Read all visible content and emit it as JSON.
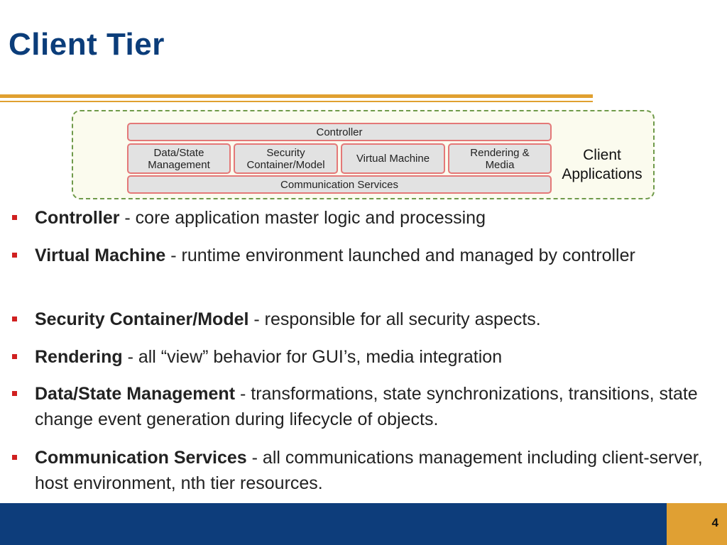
{
  "slide": {
    "title": "Client Tier",
    "page_number": "4"
  },
  "diagram": {
    "controller": "Controller",
    "data_state_line1": "Data/State",
    "data_state_line2": "Management",
    "security_line1": "Security",
    "security_line2": "Container/Model",
    "virtual_machine": "Virtual Machine",
    "rendering_line1": "Rendering &",
    "rendering_line2": "Media",
    "communication": "Communication Services",
    "client_line1": "Client",
    "client_line2": "Applications"
  },
  "bullets": [
    {
      "term": "Controller",
      "desc": " - core application master logic and processing"
    },
    {
      "term": "Virtual Machine",
      "desc": " - runtime environment launched and managed by controller"
    },
    {
      "term": "Security Container/Model",
      "desc": " - responsible for all security aspects."
    },
    {
      "term": "Rendering",
      "desc": " - all “view” behavior for GUI’s, media integration"
    },
    {
      "term": "Data/State Management",
      "desc": " - transformations, state synchronizations, transitions, state change event generation during lifecycle of objects."
    },
    {
      "term": "Communication Services",
      "desc": " - all communications management including client-server, host environment, nth tier resources."
    }
  ],
  "colors": {
    "title": "#0b3d7a",
    "accent": "#e0a030",
    "footer": "#0d3d7b",
    "bullet_marker": "#d02020"
  }
}
